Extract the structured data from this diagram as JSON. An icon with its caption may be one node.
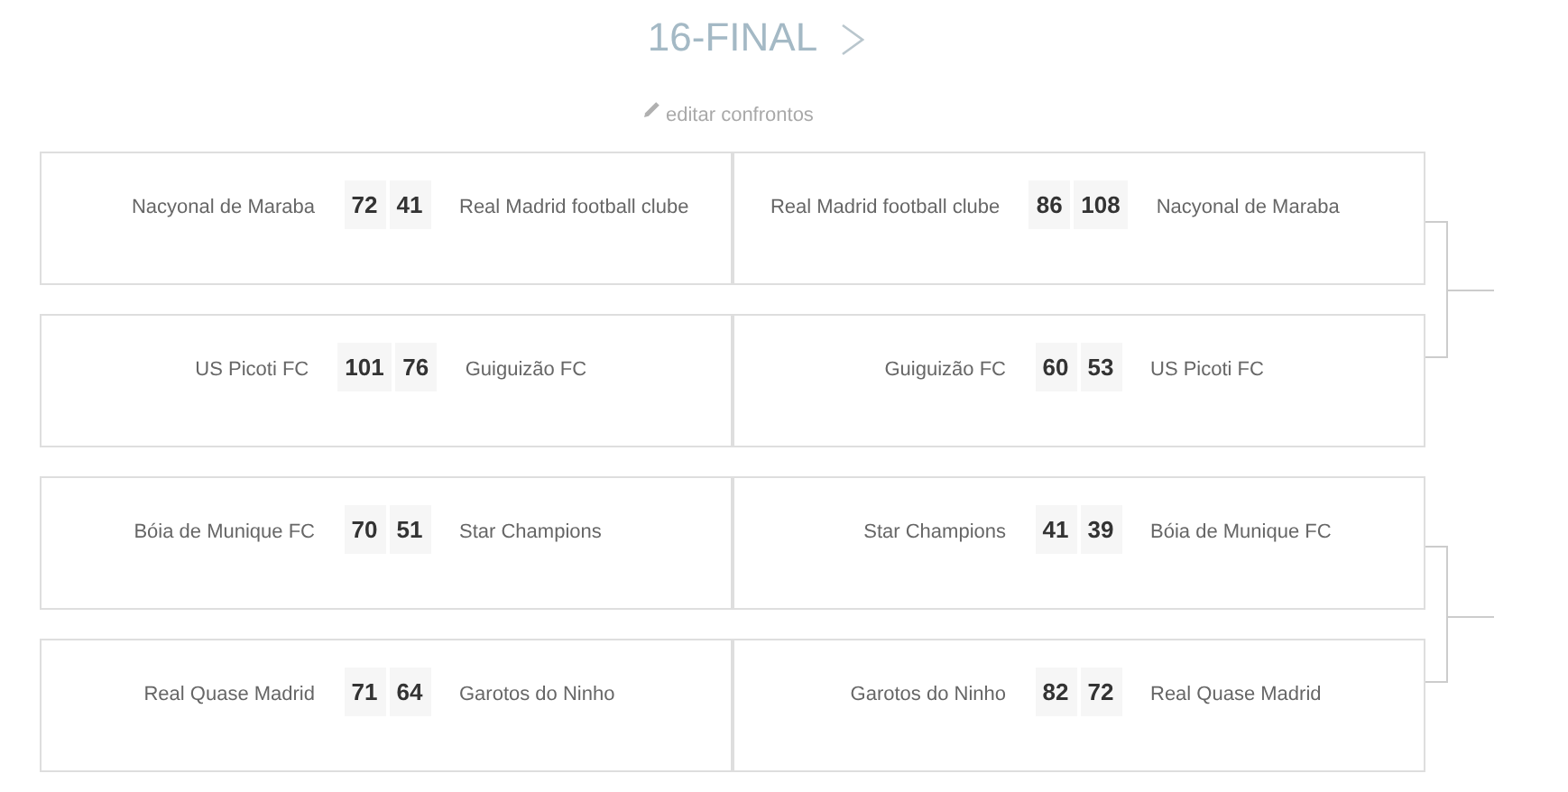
{
  "diagram": {
    "title": "16-FINAL",
    "nodes": [
      {
        "text": [
          "Nacyonal de Maraba",
          "72",
          "41",
          "Real Madrid football clube"
        ]
      },
      {
        "text": [
          "Real Madrid football clube",
          "86",
          "108",
          "Nacyonal de Maraba"
        ]
      },
      {
        "text": [
          "US Picoti FC",
          "101",
          "76",
          "Guiguizão FC"
        ]
      },
      {
        "text": [
          "Guiguizão FC",
          "60",
          "53",
          "US Picoti FC"
        ]
      },
      {
        "text": [
          "Bóia de Munique FC",
          "70",
          "51",
          "Star Champions"
        ]
      },
      {
        "text": [
          "Star Champions",
          "41",
          "39",
          "Bóia de Munique FC"
        ]
      },
      {
        "text": [
          "Real Quase Madrid",
          "71",
          "64",
          "Garotos do Ninho"
        ]
      },
      {
        "text": [
          "Garotos do Ninho",
          "82",
          "72",
          "Real Quase Madrid"
        ]
      }
    ],
    "edges": [
      {
        "from": 1,
        "to": null,
        "arrow": "none"
      },
      {
        "from": 3,
        "to": null,
        "arrow": "none"
      },
      {
        "from": 5,
        "to": null,
        "arrow": "none"
      },
      {
        "from": 7,
        "to": null,
        "arrow": "none"
      }
    ],
    "labels": [
      "editar confrontos"
    ]
  }
}
